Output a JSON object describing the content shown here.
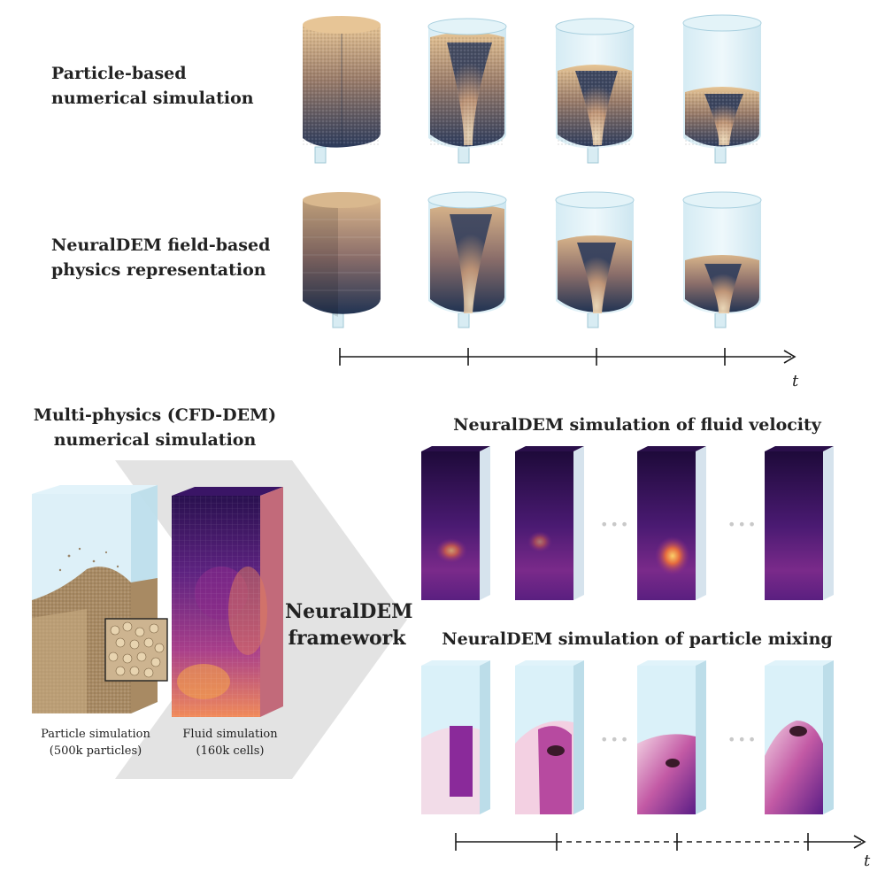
{
  "top": {
    "row1_label_line1": "Particle-based",
    "row1_label_line2": "numerical simulation",
    "row2_label_line1": "NeuralDEM field-based",
    "row2_label_line2": "physics representation",
    "time_label": "t"
  },
  "bottom": {
    "cfd_title_line1": "Multi-physics (CFD-DEM)",
    "cfd_title_line2": "numerical simulation",
    "particle_caption_line1": "Particle simulation",
    "particle_caption_line2": "(500k particles)",
    "fluid_caption_line1": "Fluid simulation",
    "fluid_caption_line2": "(160k cells)",
    "framework_line1": "NeuralDEM",
    "framework_line2": "framework",
    "velocity_title": "NeuralDEM simulation of fluid velocity",
    "mixing_title": "NeuralDEM simulation of particle mixing",
    "ellipsis": "•••",
    "time_label": "t"
  },
  "colors": {
    "sand_light": "#e9c89a",
    "sand_dark": "#2f3e5e",
    "glass": "#cfe9f2",
    "magma_dark": "#2a0a4a",
    "magma_mid": "#8a2a8a",
    "magma_bright": "#f4a04a",
    "arrow_gray": "#e3e3e3"
  }
}
